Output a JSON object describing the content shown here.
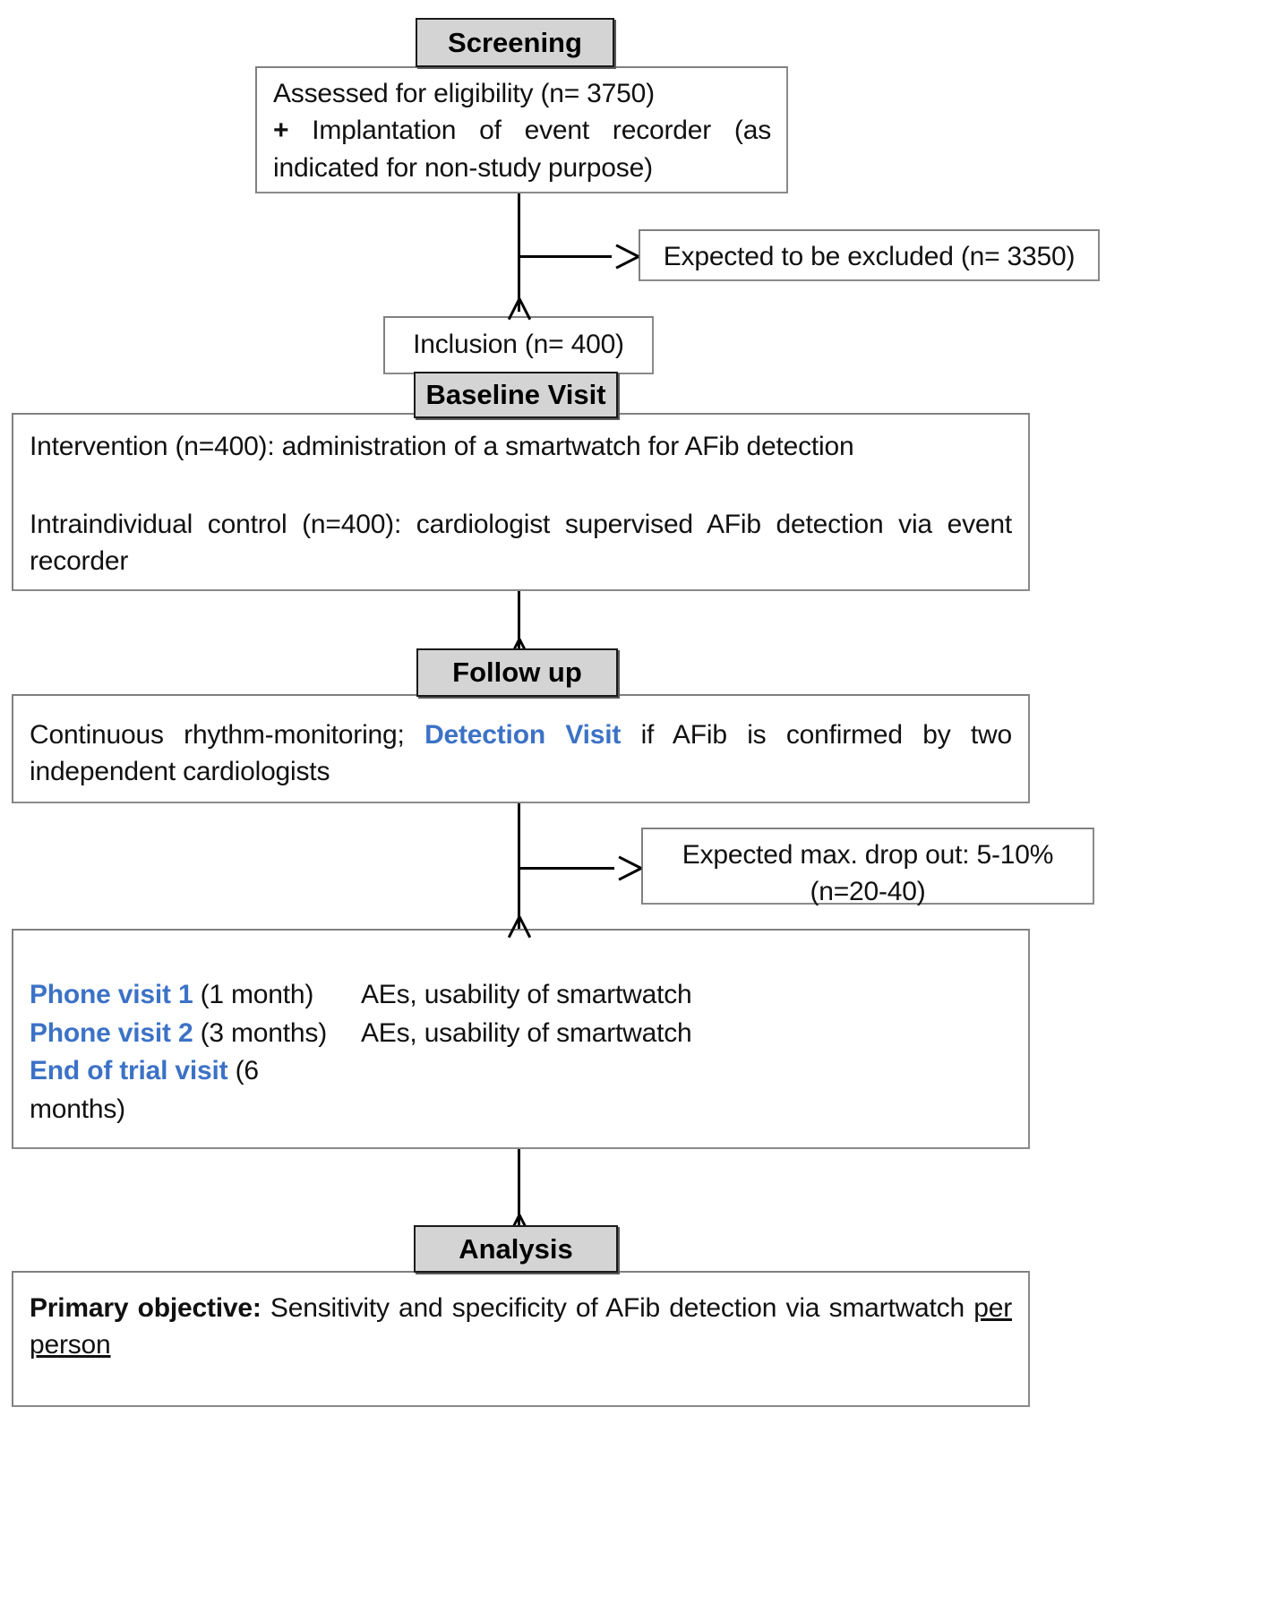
{
  "diagram": {
    "title": "Clinical trial flow diagram",
    "accent_blue": "#3c72c6",
    "tab_fill": "#d4d4d4",
    "box_border": "#808080"
  },
  "stages": {
    "screening": {
      "tab_label": "Screening",
      "line1": "Assessed for eligibility (n= 3750)",
      "line2_bold_prefix": "+",
      "line2": " Implantation of event recorder (as indicated for non-study purpose)"
    },
    "excluded": {
      "label": "Expected to be excluded (n= 3350)"
    },
    "inclusion": {
      "label": "Inclusion (n= 400)"
    },
    "baseline": {
      "tab_label": "Baseline Visit",
      "intervention": "Intervention (n=400):  administration of a smartwatch for AFib detection",
      "control": "Intraindividual control (n=400): cardiologist supervised AFib detection via event recorder"
    },
    "followup": {
      "tab_label": "Follow up",
      "text_before": "Continuous rhythm-monitoring; ",
      "highlight": "Detection Visit",
      "text_after": " if AFib is confirmed by two independent cardiologists"
    },
    "dropout": {
      "line1": "Expected max. drop out: 5-10%",
      "line2": "(n=20-40)"
    },
    "visits": {
      "rows": [
        {
          "name": "Phone visit 1",
          "timing": " (1 month)",
          "note": "AEs, usability of smartwatch"
        },
        {
          "name": "Phone visit 2",
          "timing": " (3 months)",
          "note": "AEs, usability of smartwatch"
        },
        {
          "name": "End of trial visit",
          "timing": " (6 months)",
          "note": ""
        }
      ]
    },
    "analysis": {
      "tab_label": "Analysis",
      "objective_label": "Primary objective:",
      "objective_text": " Sensitivity and specificity of AFib detection via smartwatch ",
      "objective_underlined": "per person"
    }
  }
}
